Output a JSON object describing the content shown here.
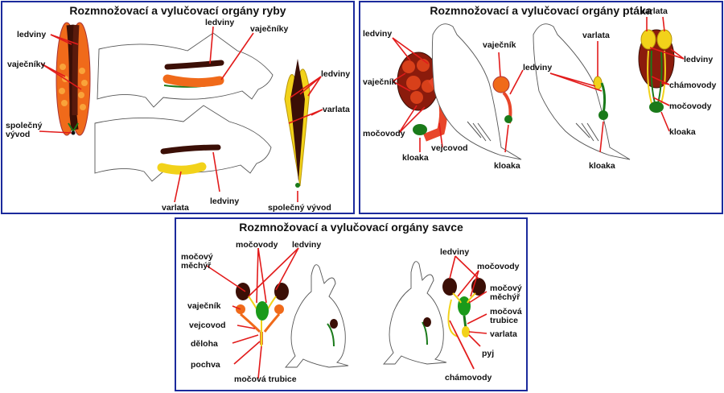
{
  "panels": {
    "fish": {
      "title": "Rozmnožovací a vylučovací orgány ryby",
      "labels": {
        "ledviny_a": "ledviny",
        "vajecniky_a": "vaječníky",
        "spolecny_vyvod_a_1": "společný",
        "spolecny_vyvod_a_2": "vývod",
        "ledviny_b": "ledviny",
        "vajecniky_b": "vaječníky",
        "varlata_b": "varlata",
        "ledviny_c": "ledviny",
        "ledviny_d": "ledviny",
        "varlata_d": "varlata",
        "spolecny_vyvod_d": "společný vývod"
      }
    },
    "bird": {
      "title": "Rozmnožovací a vylučovací orgány ptáka",
      "labels": {
        "ledviny_a": "ledviny",
        "vajecnik_a": "vaječník",
        "mocovody_a": "močovody",
        "kloaka_a": "kloaka",
        "vejcovod_a": "vejcovod",
        "vajecnik_b": "vaječník",
        "ledviny_b": "ledviny",
        "kloaka_b": "kloaka",
        "varlata_c": "varlata",
        "kloaka_c": "kloaka",
        "varlata_d": "varlata",
        "ledviny_d": "ledviny",
        "chamovody_d": "chámovody",
        "mocovody_d": "močovody",
        "kloaka_d": "kloaka"
      }
    },
    "mammal": {
      "title": "Rozmnožovací a vylučovací orgány savce",
      "labels": {
        "mocovy_mechyr_1": "močový",
        "mocovy_mechyr_2": "měchýř",
        "mocovody_f": "močovody",
        "ledviny_f": "ledviny",
        "vajecnik": "vaječník",
        "vejcovod": "vejcovod",
        "deloha": "děloha",
        "pochva": "pochva",
        "mocova_trubice_f": "močová trubice",
        "ledviny_m": "ledviny",
        "mocovody_m": "močovody",
        "mocovy_mechyr_m_1": "močový",
        "mocovy_mechyr_m_2": "měchýř",
        "mocova_trubice_m_1": "močová",
        "mocova_trubice_m_2": "trubice",
        "varlata_m": "varlata",
        "pyj": "pyj",
        "chamovody_m": "chámovody"
      }
    }
  },
  "colors": {
    "border": "#1b2a9c",
    "pointer": "#e21b1b",
    "kidney": "#5a1a0c",
    "ovary": "#f06a1a",
    "testis": "#f2d21a",
    "duct": "#1a7a1a"
  }
}
